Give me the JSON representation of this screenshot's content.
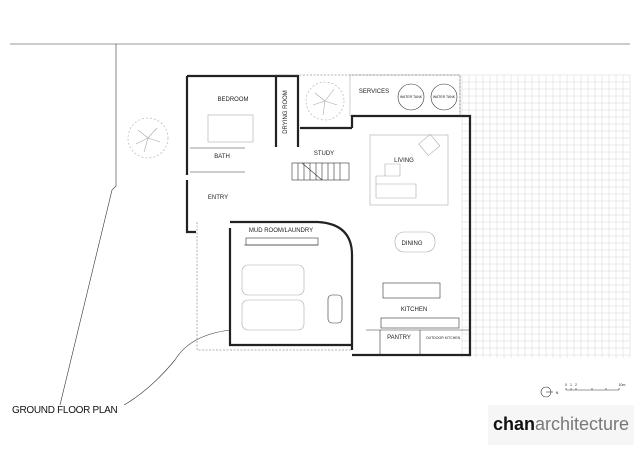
{
  "drawing_title": "GROUND FLOOR PLAN",
  "rooms": {
    "bedroom": "BEDROOM",
    "drying_room": "DRYING ROOM",
    "services": "SERVICES",
    "water_tank": "WATER TANK",
    "bath": "BATH",
    "study": "STUDY",
    "living": "LIVING",
    "entry": "ENTRY",
    "mud_room": "MUD ROOM/LAUNDRY",
    "dining": "DINING",
    "kitchen": "KITCHEN",
    "pantry": "PANTRY",
    "outdoor_kitchen": "OUTDOOR KITCHEN"
  },
  "north_label": "N",
  "scale_bar": {
    "ticks": [
      "0",
      "1",
      "2"
    ],
    "end": "10m"
  },
  "logo": {
    "bold": "chan",
    "light": "architecture"
  }
}
